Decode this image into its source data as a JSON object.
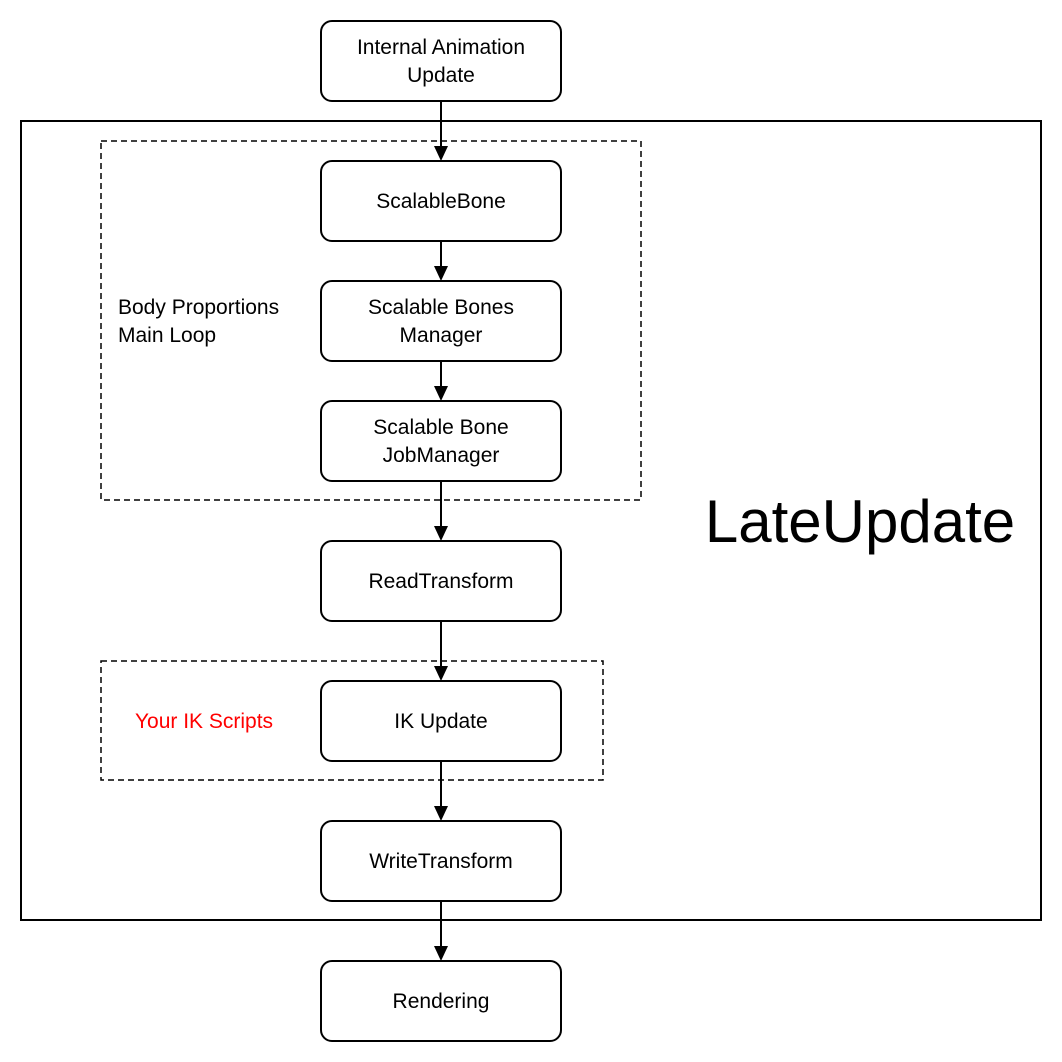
{
  "container": {
    "label": "LateUpdate"
  },
  "groups": [
    {
      "id": "body-proportions",
      "label_lines": [
        "Body Proportions",
        "Main Loop"
      ],
      "accent": false
    },
    {
      "id": "ik-scripts",
      "label_lines": [
        "Your IK Scripts"
      ],
      "accent": true
    }
  ],
  "nodes": [
    {
      "id": "internal-animation-update",
      "lines": [
        "Internal Animation",
        "Update"
      ]
    },
    {
      "id": "scalable-bone",
      "lines": [
        "ScalableBone"
      ]
    },
    {
      "id": "scalable-bones-manager",
      "lines": [
        "Scalable Bones",
        "Manager"
      ]
    },
    {
      "id": "scalable-bone-jobmanager",
      "lines": [
        "Scalable Bone",
        "JobManager"
      ]
    },
    {
      "id": "read-transform",
      "lines": [
        "ReadTransform"
      ]
    },
    {
      "id": "ik-update",
      "lines": [
        "IK Update"
      ]
    },
    {
      "id": "write-transform",
      "lines": [
        "WriteTransform"
      ]
    },
    {
      "id": "rendering",
      "lines": [
        "Rendering"
      ]
    }
  ],
  "edges": [
    {
      "from": "internal-animation-update",
      "to": "scalable-bone"
    },
    {
      "from": "scalable-bone",
      "to": "scalable-bones-manager"
    },
    {
      "from": "scalable-bones-manager",
      "to": "scalable-bone-jobmanager"
    },
    {
      "from": "scalable-bone-jobmanager",
      "to": "read-transform"
    },
    {
      "from": "read-transform",
      "to": "ik-update"
    },
    {
      "from": "ik-update",
      "to": "write-transform"
    },
    {
      "from": "write-transform",
      "to": "rendering"
    }
  ],
  "colors": {
    "stroke": "#000000",
    "background": "#ffffff",
    "accent_text": "#ff0000"
  }
}
